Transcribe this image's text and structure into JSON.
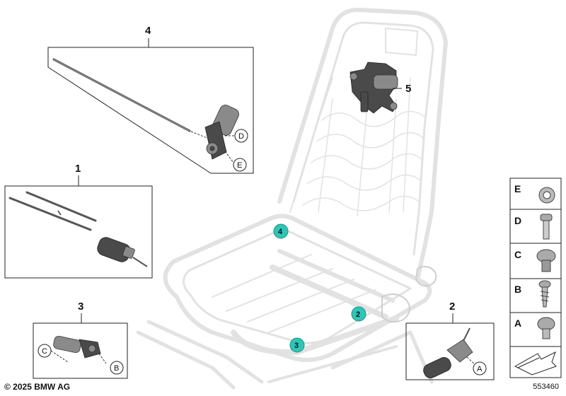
{
  "callouts": {
    "c1": "1",
    "c2": "2",
    "c3": "3",
    "c4": "4",
    "c5": "5"
  },
  "teal_markers": {
    "m2": "2",
    "m3": "3",
    "m4": "4"
  },
  "circle_letters": {
    "box4_d": "D",
    "box4_e": "E",
    "box3_c": "C",
    "box3_b": "B",
    "box2_a": "A"
  },
  "side_panel": {
    "e": "E",
    "d": "D",
    "c": "C",
    "b": "B",
    "a": "A"
  },
  "footer": {
    "copyright": "© 2025 BMW AG",
    "drawing_number": "553460"
  },
  "colors": {
    "teal_marker": "#2fc5b7",
    "frame_line": "#e2e2e2",
    "box_stroke": "#222222"
  },
  "icons": {
    "arrow_panel": "arrow-icon"
  }
}
